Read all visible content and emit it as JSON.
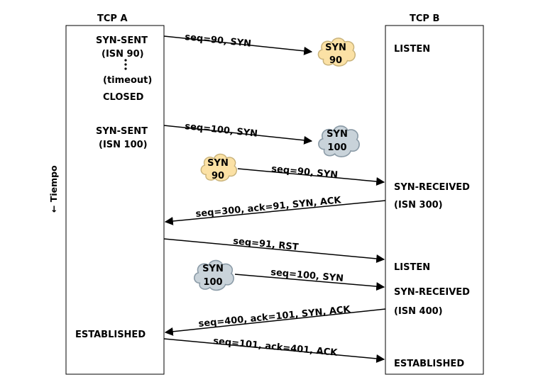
{
  "headers": {
    "tcp_a": "TCP A",
    "tcp_b": "TCP B"
  },
  "axis_label": "← Tiempo",
  "states_a": {
    "syn_sent_1": "SYN-SENT",
    "isn_90": "(ISN 90)",
    "timeout": "(timeout)",
    "closed": "CLOSED",
    "syn_sent_2": "SYN-SENT",
    "isn_100": "(ISN 100)",
    "established": "ESTABLISHED"
  },
  "states_b": {
    "listen_1": "LISTEN",
    "syn_received_1": "SYN-RECEIVED",
    "isn_300": "(ISN 300)",
    "listen_2": "LISTEN",
    "syn_received_2": "SYN-RECEIVED",
    "isn_400": "(ISN 400)",
    "established": "ESTABLISHED"
  },
  "messages": {
    "m1": "seq=90, SYN",
    "m2": "seq=100, SYN",
    "m3": "seq=90, SYN",
    "m4": "seq=300, ack=91, SYN, ACK",
    "m5": "seq=91, RST",
    "m6": "seq=100, SYN",
    "m7": "seq=400, ack=101, SYN, ACK",
    "m8": "seq=101, ack=401, ACK"
  },
  "clouds": {
    "c1": {
      "top": "SYN",
      "bottom": "90"
    },
    "c2": {
      "top": "SYN",
      "bottom": "100"
    },
    "c3": {
      "top": "SYN",
      "bottom": "90"
    },
    "c4": {
      "top": "SYN",
      "bottom": "100"
    }
  },
  "colors": {
    "cloud_yellow": "#fbe1a5",
    "cloud_gray": "#c9d3da",
    "line": "#000000"
  }
}
